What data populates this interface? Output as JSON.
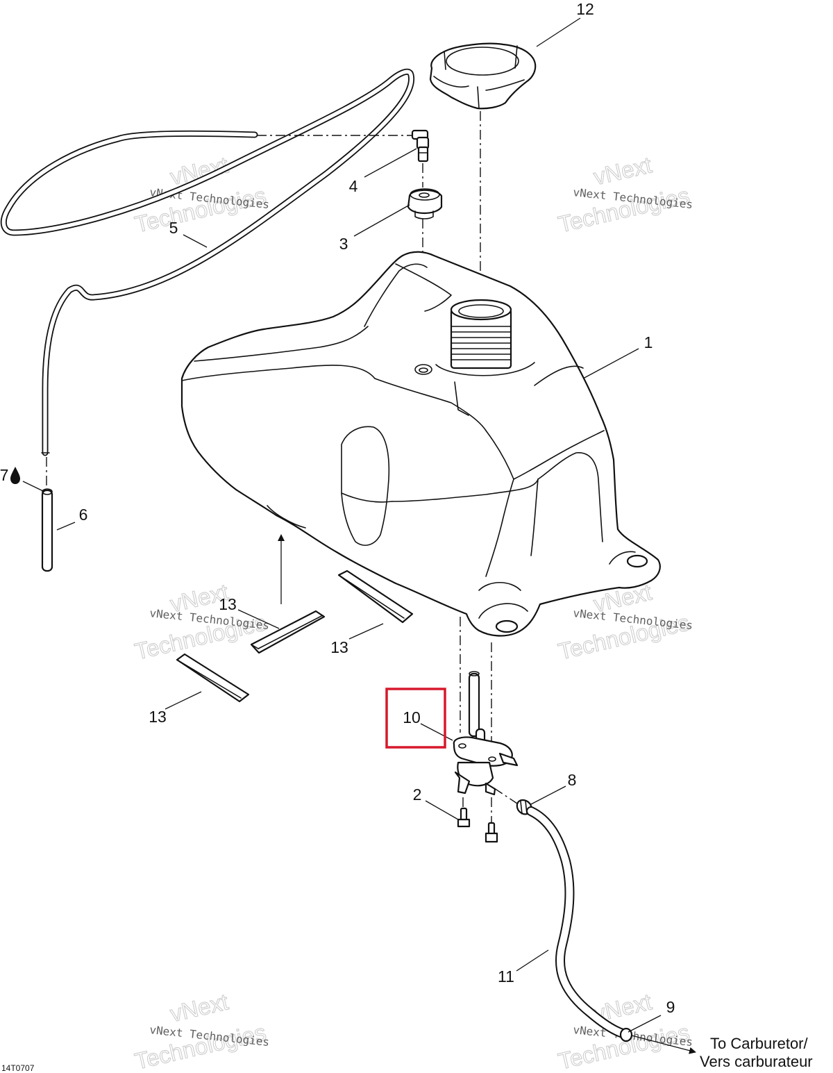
{
  "diagram": {
    "callouts": [
      {
        "id": "1",
        "label": "1"
      },
      {
        "id": "2",
        "label": "2"
      },
      {
        "id": "3",
        "label": "3"
      },
      {
        "id": "4",
        "label": "4"
      },
      {
        "id": "5",
        "label": "5"
      },
      {
        "id": "6",
        "label": "6"
      },
      {
        "id": "7",
        "label": "7"
      },
      {
        "id": "8",
        "label": "8"
      },
      {
        "id": "9",
        "label": "9"
      },
      {
        "id": "10",
        "label": "10"
      },
      {
        "id": "11",
        "label": "11"
      },
      {
        "id": "12",
        "label": "12"
      },
      {
        "id": "13a",
        "label": "13"
      },
      {
        "id": "13b",
        "label": "13"
      },
      {
        "id": "13c",
        "label": "13"
      }
    ],
    "highlighted_callout": "10",
    "highlight_color": "#d6192c",
    "destination": {
      "line1": "To Carburetor/",
      "line2": "Vers carburateur"
    },
    "figure_code": "14T0707",
    "watermark": {
      "small": "vNext Technologies",
      "big1": "vNext",
      "big2": "Technologies"
    },
    "icons": {
      "drop": "oil-drop-icon",
      "arrow": "arrow-icon"
    }
  }
}
